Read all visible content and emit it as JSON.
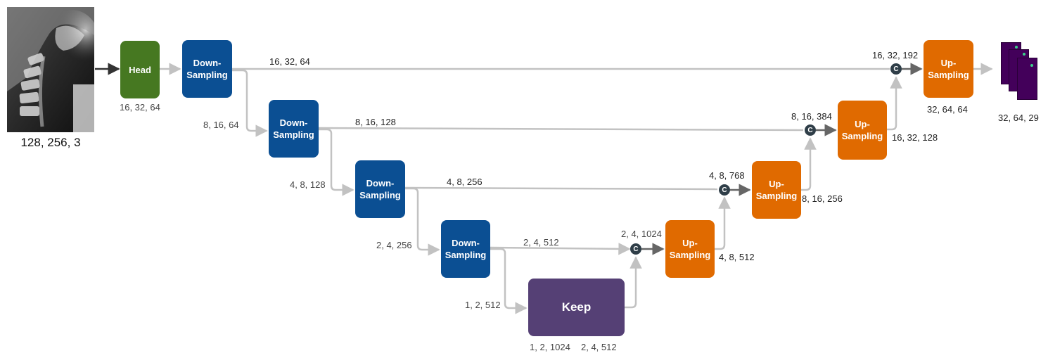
{
  "input": {
    "shape": "128, 256, 3",
    "image": "cervical-spine-xray"
  },
  "head": {
    "label": "Head",
    "shape": "16, 32, 64"
  },
  "down_blocks": [
    {
      "line1": "Down-",
      "line2": "Sampling",
      "in_shape": "",
      "skip_shape": "16, 32, 64"
    },
    {
      "line1": "Down-",
      "line2": "Sampling",
      "in_shape": "8, 16, 64",
      "skip_shape": "8, 16, 128"
    },
    {
      "line1": "Down-",
      "line2": "Sampling",
      "in_shape": "4, 8, 128",
      "skip_shape": "4, 8, 256"
    },
    {
      "line1": "Down-",
      "line2": "Sampling",
      "in_shape": "2, 4, 256",
      "skip_shape": "2, 4, 512"
    }
  ],
  "keep": {
    "label": "Keep",
    "in_shape": "1, 2, 512",
    "out_shape_a": "1, 2, 1024",
    "out_shape_b": "2, 4, 512"
  },
  "concat_symbol": "C",
  "up_blocks": [
    {
      "line1": "Up-",
      "line2": "Sampling",
      "concat_shape": "2, 4, 1024",
      "out_shape": "4, 8, 512"
    },
    {
      "line1": "Up-",
      "line2": "Sampling",
      "concat_shape": "4, 8, 768",
      "out_shape": "8, 16, 256"
    },
    {
      "line1": "Up-",
      "line2": "Sampling",
      "concat_shape": "8, 16, 384",
      "out_shape": "16, 32, 128"
    },
    {
      "line1": "Up-",
      "line2": "Sampling",
      "concat_shape": "16, 32, 192",
      "out_shape": "32, 64, 64"
    }
  ],
  "output": {
    "shape": "32, 64, 29",
    "image": "heatmap-stack"
  },
  "colors": {
    "head": "#467821",
    "down": "#0b4f93",
    "up": "#e06a00",
    "keep": "#554075",
    "concat": "#2f3e48",
    "wire": "#c2c2c2",
    "heatmap": "#43005a"
  }
}
